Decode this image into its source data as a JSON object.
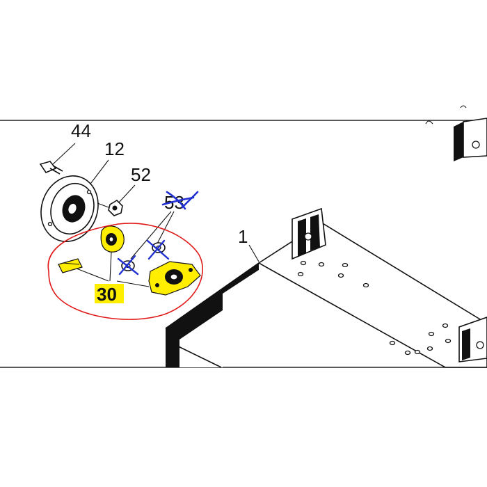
{
  "labels": {
    "p44": "44",
    "p12": "12",
    "p52": "52",
    "p53": "53",
    "p1": "1",
    "p30": "30"
  },
  "colors": {
    "highlight": "#ffee00",
    "circle": "#e01818",
    "strike": "#2030d0",
    "ink": "#111111",
    "background": "#ffffff"
  },
  "icons": {
    "part44": "bolt-icon",
    "part12": "pulley-icon",
    "part52": "nut-icon",
    "part53": "washer-icon",
    "part1": "deck-icon",
    "part30": "bearing-kit-icon"
  }
}
